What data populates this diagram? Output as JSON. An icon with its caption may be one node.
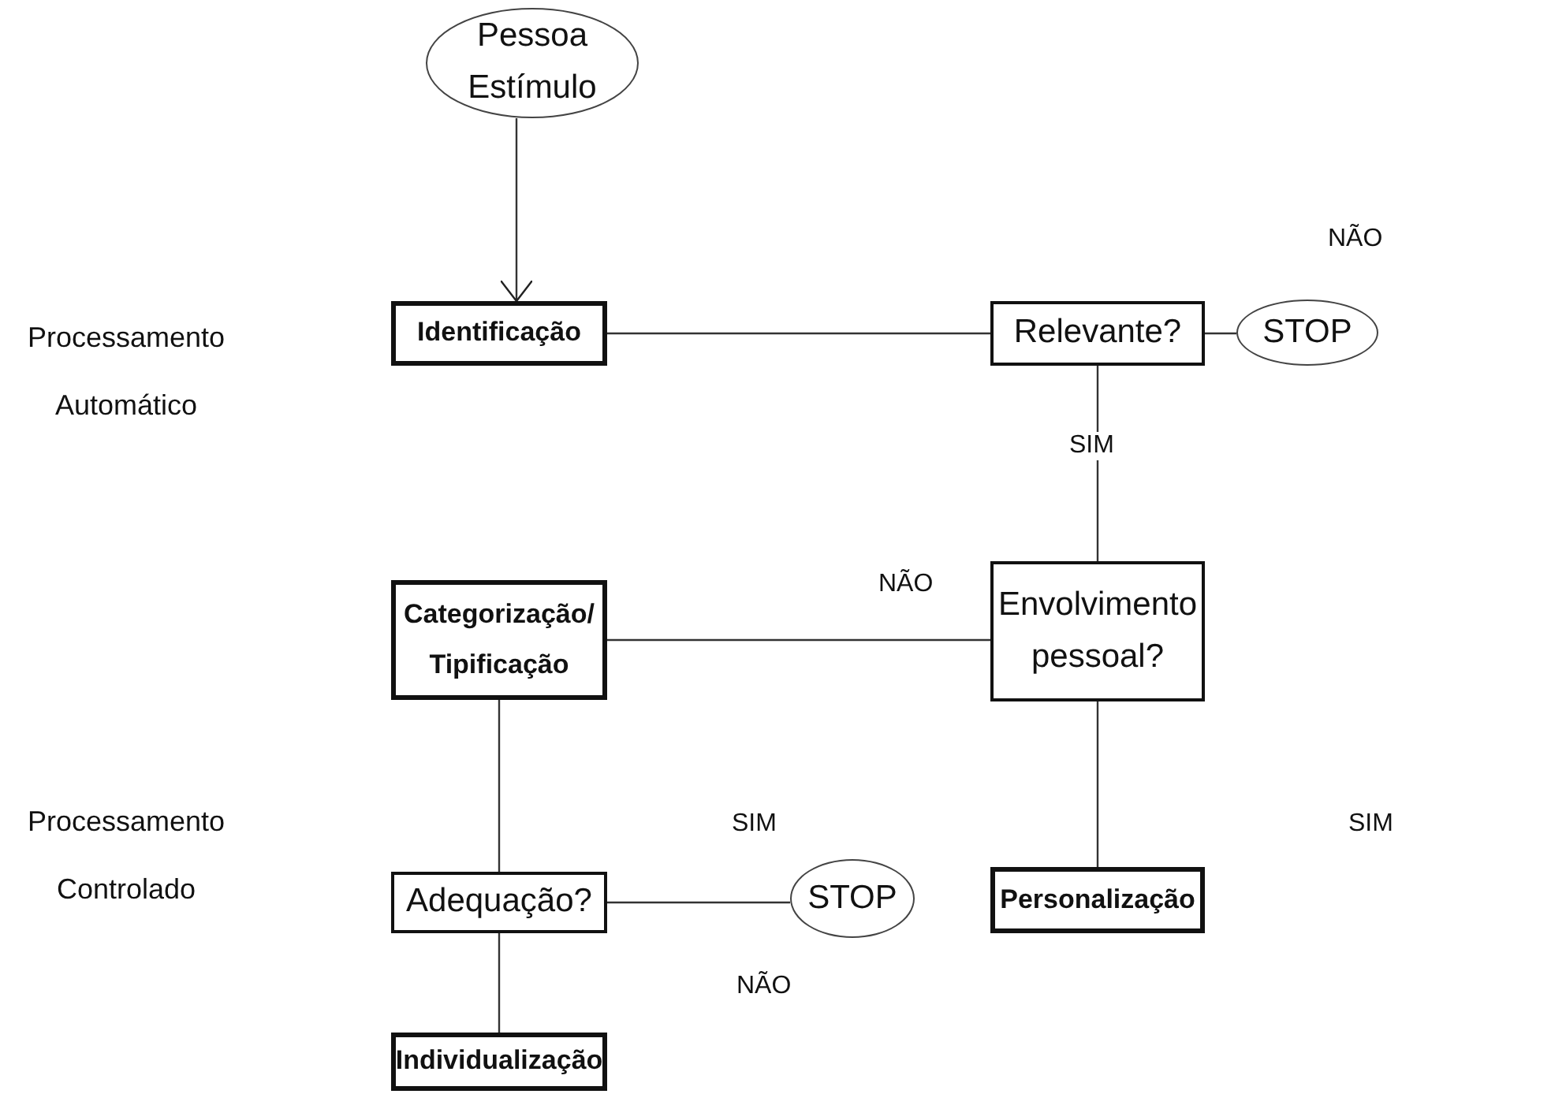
{
  "diagram": {
    "nodes": [
      {
        "text": [
          "Pessoa Estímulo"
        ]
      },
      {
        "text": [
          "Identificação"
        ]
      },
      {
        "text": [
          "Relevante?"
        ]
      },
      {
        "text": [
          "STOP"
        ]
      },
      {
        "text": [
          "Categorização/ Tipificação"
        ]
      },
      {
        "text": [
          "Envolvimento pessoal?"
        ]
      },
      {
        "text": [
          "Adequação?"
        ]
      },
      {
        "text": [
          "STOP"
        ]
      },
      {
        "text": [
          "Personalização"
        ]
      },
      {
        "text": [
          "Individualização"
        ]
      }
    ],
    "edges": [
      {
        "from": 0,
        "to": 1,
        "arrow": "to"
      },
      {
        "from": 1,
        "to": 2,
        "arrow": "none"
      },
      {
        "from": 2,
        "to": 3,
        "arrow": "none"
      },
      {
        "from": 2,
        "to": 5,
        "arrow": "none",
        "label": "SIM"
      },
      {
        "from": 5,
        "to": 4,
        "arrow": "none",
        "label": "NÃO"
      },
      {
        "from": 4,
        "to": 6,
        "arrow": "none"
      },
      {
        "from": 6,
        "to": 7,
        "arrow": "none"
      },
      {
        "from": 5,
        "to": 8,
        "arrow": "none"
      },
      {
        "from": 6,
        "to": 9,
        "arrow": "none"
      }
    ],
    "labels": [
      "NÃO",
      "Processamento Automático",
      "Processamento Controlado",
      "SIM",
      "SIM",
      "NÃO"
    ]
  }
}
